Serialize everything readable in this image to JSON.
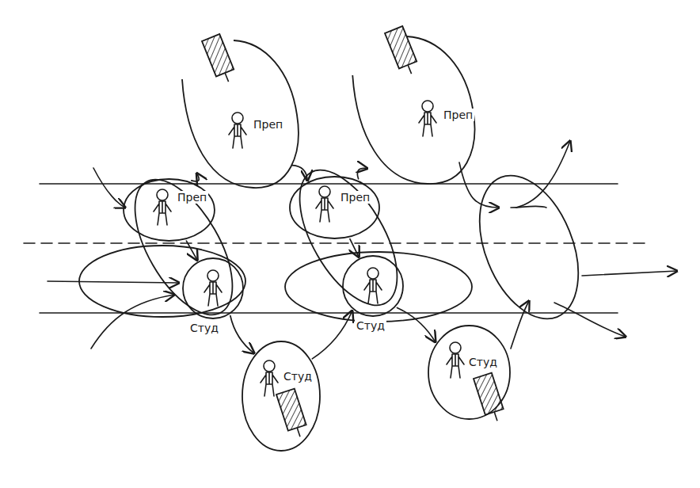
{
  "diagram": {
    "nodes": [
      {
        "text": [
          "Преп"
        ]
      },
      {
        "text": [
          "Преп"
        ]
      },
      {
        "text": [
          "Преп"
        ]
      },
      {
        "text": [
          "Преп"
        ]
      },
      {
        "text": [
          "Студ"
        ]
      },
      {
        "text": [
          "Студ"
        ]
      },
      {
        "text": [
          "Студ"
        ]
      },
      {
        "text": [
          "Студ"
        ]
      }
    ],
    "edges": [
      {
        "from": 2,
        "to": 0,
        "arrow": "to"
      },
      {
        "from": 0,
        "to": 3,
        "arrow": "to"
      },
      {
        "from": 3,
        "to": 1,
        "arrow": "to"
      },
      {
        "from": 4,
        "to": 6,
        "arrow": "to"
      },
      {
        "from": 6,
        "to": 5,
        "arrow": "to"
      },
      {
        "from": 5,
        "to": 7,
        "arrow": "to"
      },
      {
        "from": 2,
        "to": 4,
        "arrow": "to"
      },
      {
        "from": 3,
        "to": 5,
        "arrow": "to"
      }
    ]
  }
}
